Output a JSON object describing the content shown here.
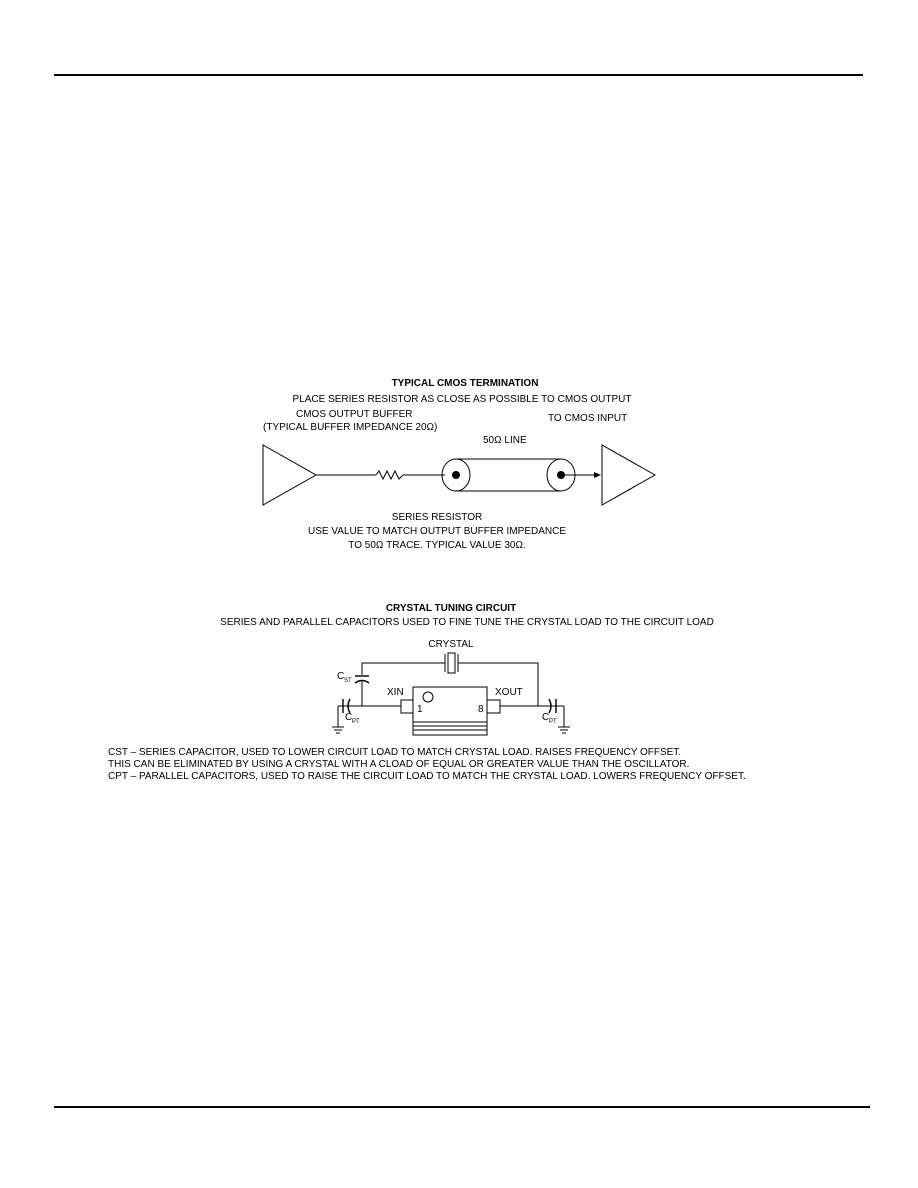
{
  "cmos": {
    "title": "TYPICAL CMOS TERMINATION",
    "subtitle": "PLACE SERIES RESISTOR AS CLOSE AS POSSIBLE TO CMOS OUTPUT",
    "buffer_label": "CMOS OUTPUT BUFFER",
    "buffer_impedance": "(TYPICAL BUFFER IMPEDANCE 20Ω)",
    "input_label": "TO CMOS INPUT",
    "line_label": "50Ω LINE",
    "resistor_title": "SERIES RESISTOR",
    "resistor_note_1": "USE VALUE TO MATCH OUTPUT BUFFER IMPEDANCE",
    "resistor_note_2": "TO 50Ω TRACE. TYPICAL VALUE 30Ω."
  },
  "crystal": {
    "title": "CRYSTAL TUNING CIRCUIT",
    "subtitle": "SERIES AND PARALLEL CAPACITORS  USED TO FINE TUNE THE CRYSTAL LOAD TO THE CIRCUIT LOAD",
    "crystal_label": "CRYSTAL",
    "cst_main": "C",
    "cst_sub": "ST",
    "cpt_main": "C",
    "cpt_sub": "PT",
    "xin_label": "XIN",
    "xout_label": "XOUT",
    "pin1": "1",
    "pin8": "8"
  },
  "notes": [
    "CST – SERIES CAPACITOR, USED TO LOWER CIRCUIT LOAD TO MATCH CRYSTAL LOAD. RAISES FREQUENCY OFFSET.",
    "THIS CAN BE ELIMINATED BY USING A CRYSTAL WITH A CLOAD OF EQUAL OR GREATER VALUE THAN THE OSCILLATOR.",
    "CPT – PARALLEL CAPACITORS, USED TO RAISE THE CIRCUIT LOAD TO MATCH THE CRYSTAL LOAD. LOWERS FREQUENCY OFFSET."
  ]
}
